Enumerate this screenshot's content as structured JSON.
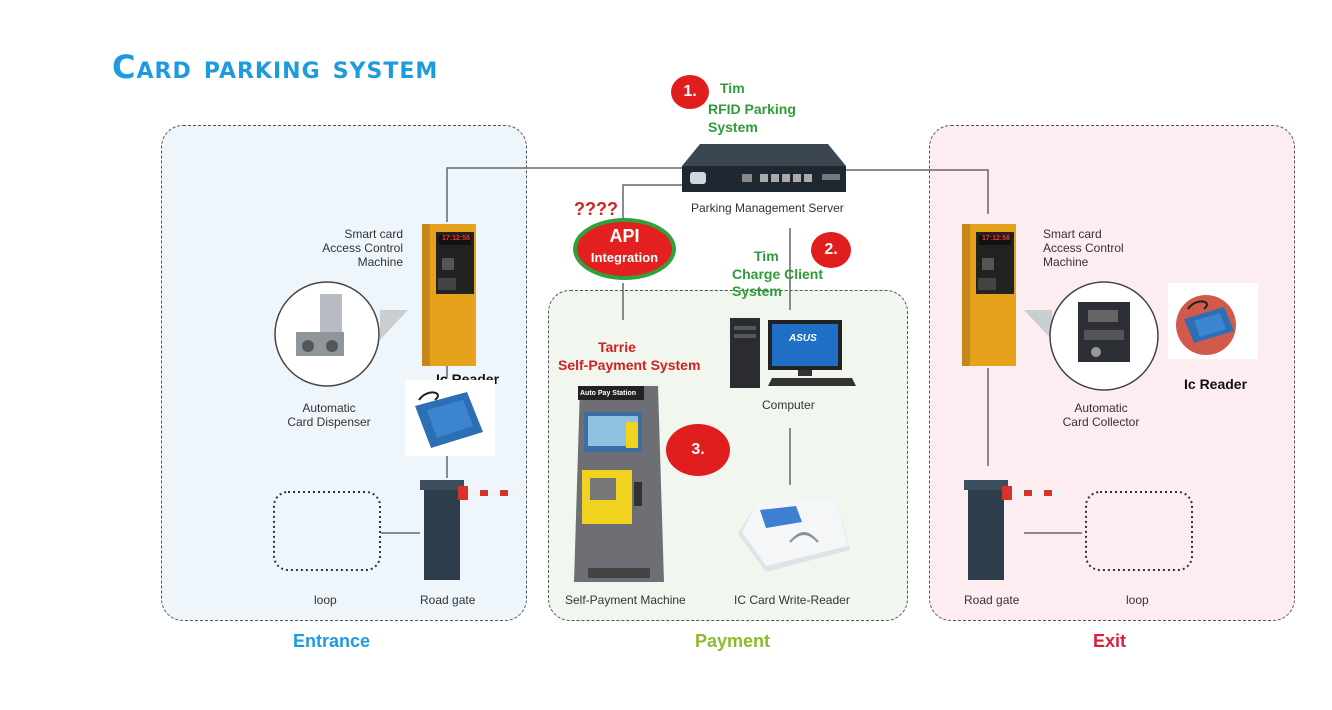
{
  "title": "Card parking system",
  "zones": {
    "entrance": {
      "label": "Entrance",
      "color": "#1e9be0"
    },
    "payment": {
      "label": "Payment",
      "color": "#8dbb2a"
    },
    "exit": {
      "label": "Exit",
      "color": "#d9203a"
    }
  },
  "entrance": {
    "access_control": [
      "Smart card",
      "Access Control",
      "Machine"
    ],
    "dispenser": [
      "Automatic",
      "Card Dispenser"
    ],
    "ic_reader": "Ic Reader",
    "loop": "loop",
    "road_gate": "Road gate",
    "display_time": "17:12:58"
  },
  "server": {
    "label": "Parking Management Server"
  },
  "payment": {
    "self_payment_machine": "Self-Payment Machine",
    "machine_screen_header": "Auto Pay Station",
    "computer": "Computer",
    "monitor_brand": "ASUS",
    "card_writer": "IC Card Write-Reader"
  },
  "exit": {
    "access_control": [
      "Smart card",
      "Access Control",
      "Machine"
    ],
    "collector": [
      "Automatic",
      "Card Collector"
    ],
    "ic_reader": "Ic Reader",
    "loop": "loop",
    "road_gate": "Road gate",
    "display_time": "17:12:58"
  },
  "annotations": {
    "badge1": "1.",
    "badge2": "2.",
    "badge3": "3.",
    "rfid_owner": "Tim",
    "rfid_system": [
      "RFID Parking",
      "System"
    ],
    "question": "????",
    "api_main": "API",
    "api_sub": "Integration",
    "charge_owner": "Tim",
    "charge_system": [
      "Charge Client",
      "System"
    ],
    "self_owner": "Tarrie",
    "self_system": "Self-Payment System"
  },
  "colors": {
    "title_blue": "#1e9be0",
    "note_green": "#2f9c3a",
    "note_red": "#d32020",
    "badge_red": "#e01e1e",
    "kiosk_yellow": "#e6a21d"
  }
}
